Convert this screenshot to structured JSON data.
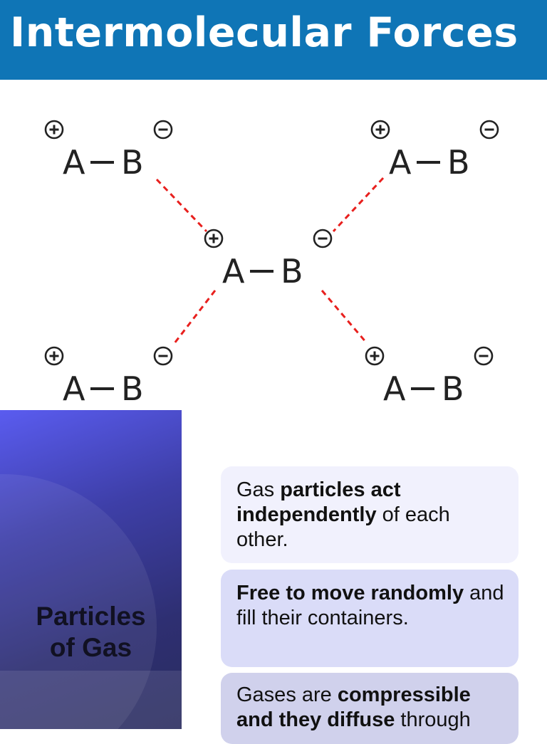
{
  "title": "Intermolecular Forces",
  "diagram": {
    "atom_left": "A",
    "atom_right": "B",
    "positive_charge": "+",
    "negative_charge": "−",
    "molecules": [
      {
        "id": "top-left"
      },
      {
        "id": "top-right"
      },
      {
        "id": "center"
      },
      {
        "id": "bottom-left"
      },
      {
        "id": "bottom-right"
      }
    ]
  },
  "colors": {
    "title_bar": "#0f75b6",
    "dipole_line": "#e8201e",
    "panel": "#3e3fa8"
  },
  "section_title": "Particles\nof Gas",
  "cards": [
    {
      "parts": [
        {
          "text": "Gas ",
          "bold": false
        },
        {
          "text": "particles act independently",
          "bold": true
        },
        {
          "text": " of each other.",
          "bold": false
        }
      ]
    },
    {
      "parts": [
        {
          "text": "Free to move randomly",
          "bold": true
        },
        {
          "text": " and fill their containers.",
          "bold": false
        }
      ]
    },
    {
      "parts": [
        {
          "text": "Gases are ",
          "bold": false
        },
        {
          "text": "compressible and they diffuse",
          "bold": true
        },
        {
          "text": " through",
          "bold": false
        }
      ]
    }
  ]
}
